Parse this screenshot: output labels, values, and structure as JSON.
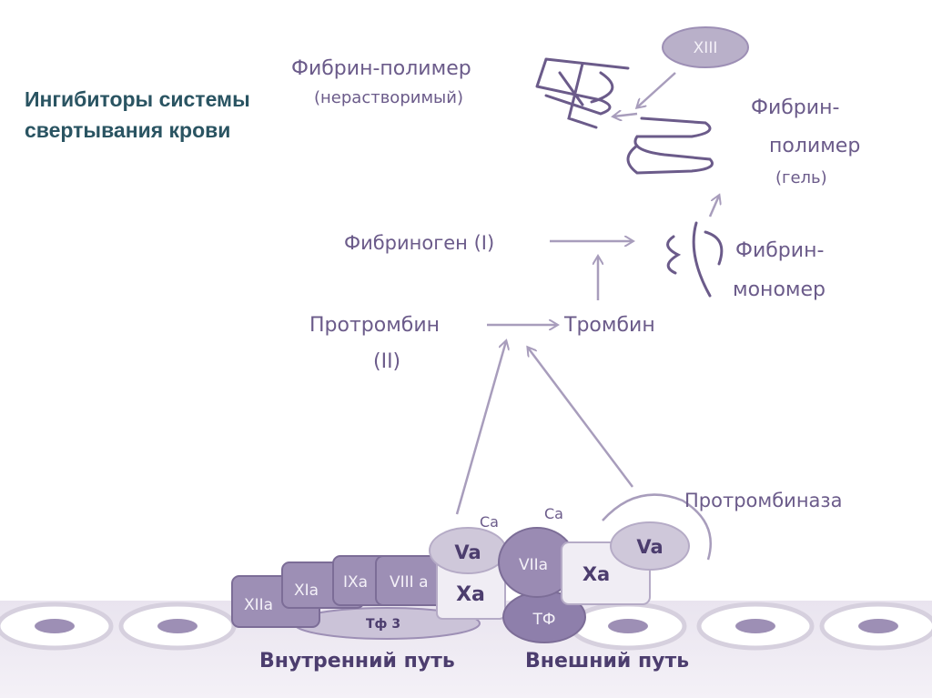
{
  "title": {
    "line1": "Ингибиторы системы",
    "line2": "свертывания крови"
  },
  "labels": {
    "fibrin_polymer_insoluble": "Фибрин-полимер",
    "insoluble": "(нерастворимый)",
    "xiii": "XIII",
    "fibrin_polymer_gel_1": "Фибрин-",
    "fibrin_polymer_gel_2": "полимер",
    "gel": "(гель)",
    "fibrinogen": "Фибриноген (I)",
    "fibrin_monomer_1": "Фибрин-",
    "fibrin_monomer_2": "мономер",
    "prothrombin": "Протромбин",
    "prothrombin_num": "(II)",
    "thrombin": "Тромбин",
    "prothrombinase": "Протромбиназа",
    "ca1": "Ca",
    "ca2": "Ca"
  },
  "factors": {
    "xiia": "XIIa",
    "xia": "XIa",
    "ixa": "IXa",
    "viiia": "VIII a",
    "tf3": "Тф 3",
    "va1": "Va",
    "xa1": "Xa",
    "viia": "VIIa",
    "tf": "ТФ",
    "xa2": "Xa",
    "va2": "Va"
  },
  "pathways": {
    "intrinsic": "Внутренний путь",
    "extrinsic": "Внешний путь"
  },
  "colors": {
    "title": "#2a5462",
    "label": "#6b5b8a",
    "factor": "#9d8fb5",
    "dark": "#4c3d6e"
  }
}
